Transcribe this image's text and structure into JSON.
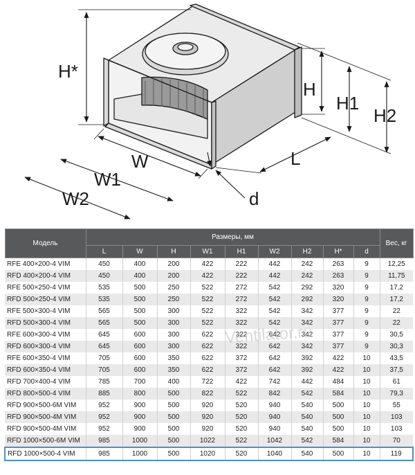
{
  "drawing": {
    "labels": {
      "h_star": "H*",
      "w": "W",
      "w1": "W1",
      "w2": "W2",
      "h": "H",
      "h1": "H1",
      "h2": "H2",
      "l": "L",
      "d": "d"
    }
  },
  "table": {
    "model_header": "Модель",
    "dims_header": "Размеры, мм",
    "weight_header": "Вес, кг",
    "columns": [
      "L",
      "W",
      "H",
      "W1",
      "H1",
      "W2",
      "H2",
      "H*",
      "d"
    ],
    "rows": [
      [
        "RFE 400×200-4 VIM",
        "450",
        "400",
        "200",
        "422",
        "222",
        "442",
        "242",
        "263",
        "9",
        "12,25"
      ],
      [
        "RFD 400×200-4 VIM",
        "450",
        "400",
        "200",
        "422",
        "222",
        "442",
        "242",
        "263",
        "9",
        "11,75"
      ],
      [
        "RFE 500×250-4 VIM",
        "535",
        "500",
        "250",
        "522",
        "272",
        "542",
        "292",
        "320",
        "9",
        "17,2"
      ],
      [
        "RFD 500×250-4 VIM",
        "535",
        "500",
        "250",
        "522",
        "272",
        "542",
        "292",
        "320",
        "9",
        "17,2"
      ],
      [
        "RFE 500×300-4 VIM",
        "565",
        "500",
        "300",
        "522",
        "322",
        "542",
        "342",
        "377",
        "9",
        "22"
      ],
      [
        "RFD 500×300-4 VIM",
        "565",
        "500",
        "300",
        "522",
        "322",
        "542",
        "342",
        "377",
        "9",
        "22"
      ],
      [
        "RFE 600×300-4 VIM",
        "645",
        "600",
        "300",
        "622",
        "322",
        "642",
        "342",
        "377",
        "9",
        "30,5"
      ],
      [
        "RFD 600×300-4 VIM",
        "645",
        "600",
        "300",
        "622",
        "322",
        "642",
        "342",
        "377",
        "9",
        "30,3"
      ],
      [
        "RFE 600×350-4 VIM",
        "705",
        "600",
        "350",
        "622",
        "372",
        "642",
        "392",
        "422",
        "10",
        "43,5"
      ],
      [
        "RFD 600×350-4 VIM",
        "705",
        "600",
        "350",
        "622",
        "372",
        "642",
        "392",
        "422",
        "10",
        "37,5"
      ],
      [
        "RFD 700×400-4 VIM",
        "785",
        "700",
        "400",
        "722",
        "422",
        "742",
        "442",
        "484",
        "10",
        "61"
      ],
      [
        "RFD 800×500-4 VIM",
        "885",
        "800",
        "500",
        "822",
        "522",
        "842",
        "542",
        "584",
        "10",
        "79,3"
      ],
      [
        "RFD 900×500-6M VIM",
        "952",
        "900",
        "500",
        "920",
        "520",
        "940",
        "540",
        "500",
        "10",
        "55"
      ],
      [
        "RFD 900×500-4M VIM",
        "952",
        "900",
        "500",
        "920",
        "520",
        "940",
        "540",
        "500",
        "10",
        "103"
      ],
      [
        "RFD 900×500-4M VIM",
        "952",
        "900",
        "500",
        "920",
        "520",
        "940",
        "540",
        "500",
        "10",
        "103"
      ],
      [
        "RFD 1000×500-6M VIM",
        "985",
        "1000",
        "500",
        "1022",
        "522",
        "1042",
        "542",
        "584",
        "10",
        "70"
      ],
      [
        "RFD 1000×500-4 VIM",
        "985",
        "1000",
        "500",
        "1020",
        "520",
        "1040",
        "540",
        "500",
        "10",
        "119"
      ]
    ]
  },
  "watermark": "Ventilator.ru",
  "colors": {
    "header_bg": "#58595b",
    "row_alt_bg": "#e9e9ea",
    "highlight_border": "#4f8ec0"
  }
}
